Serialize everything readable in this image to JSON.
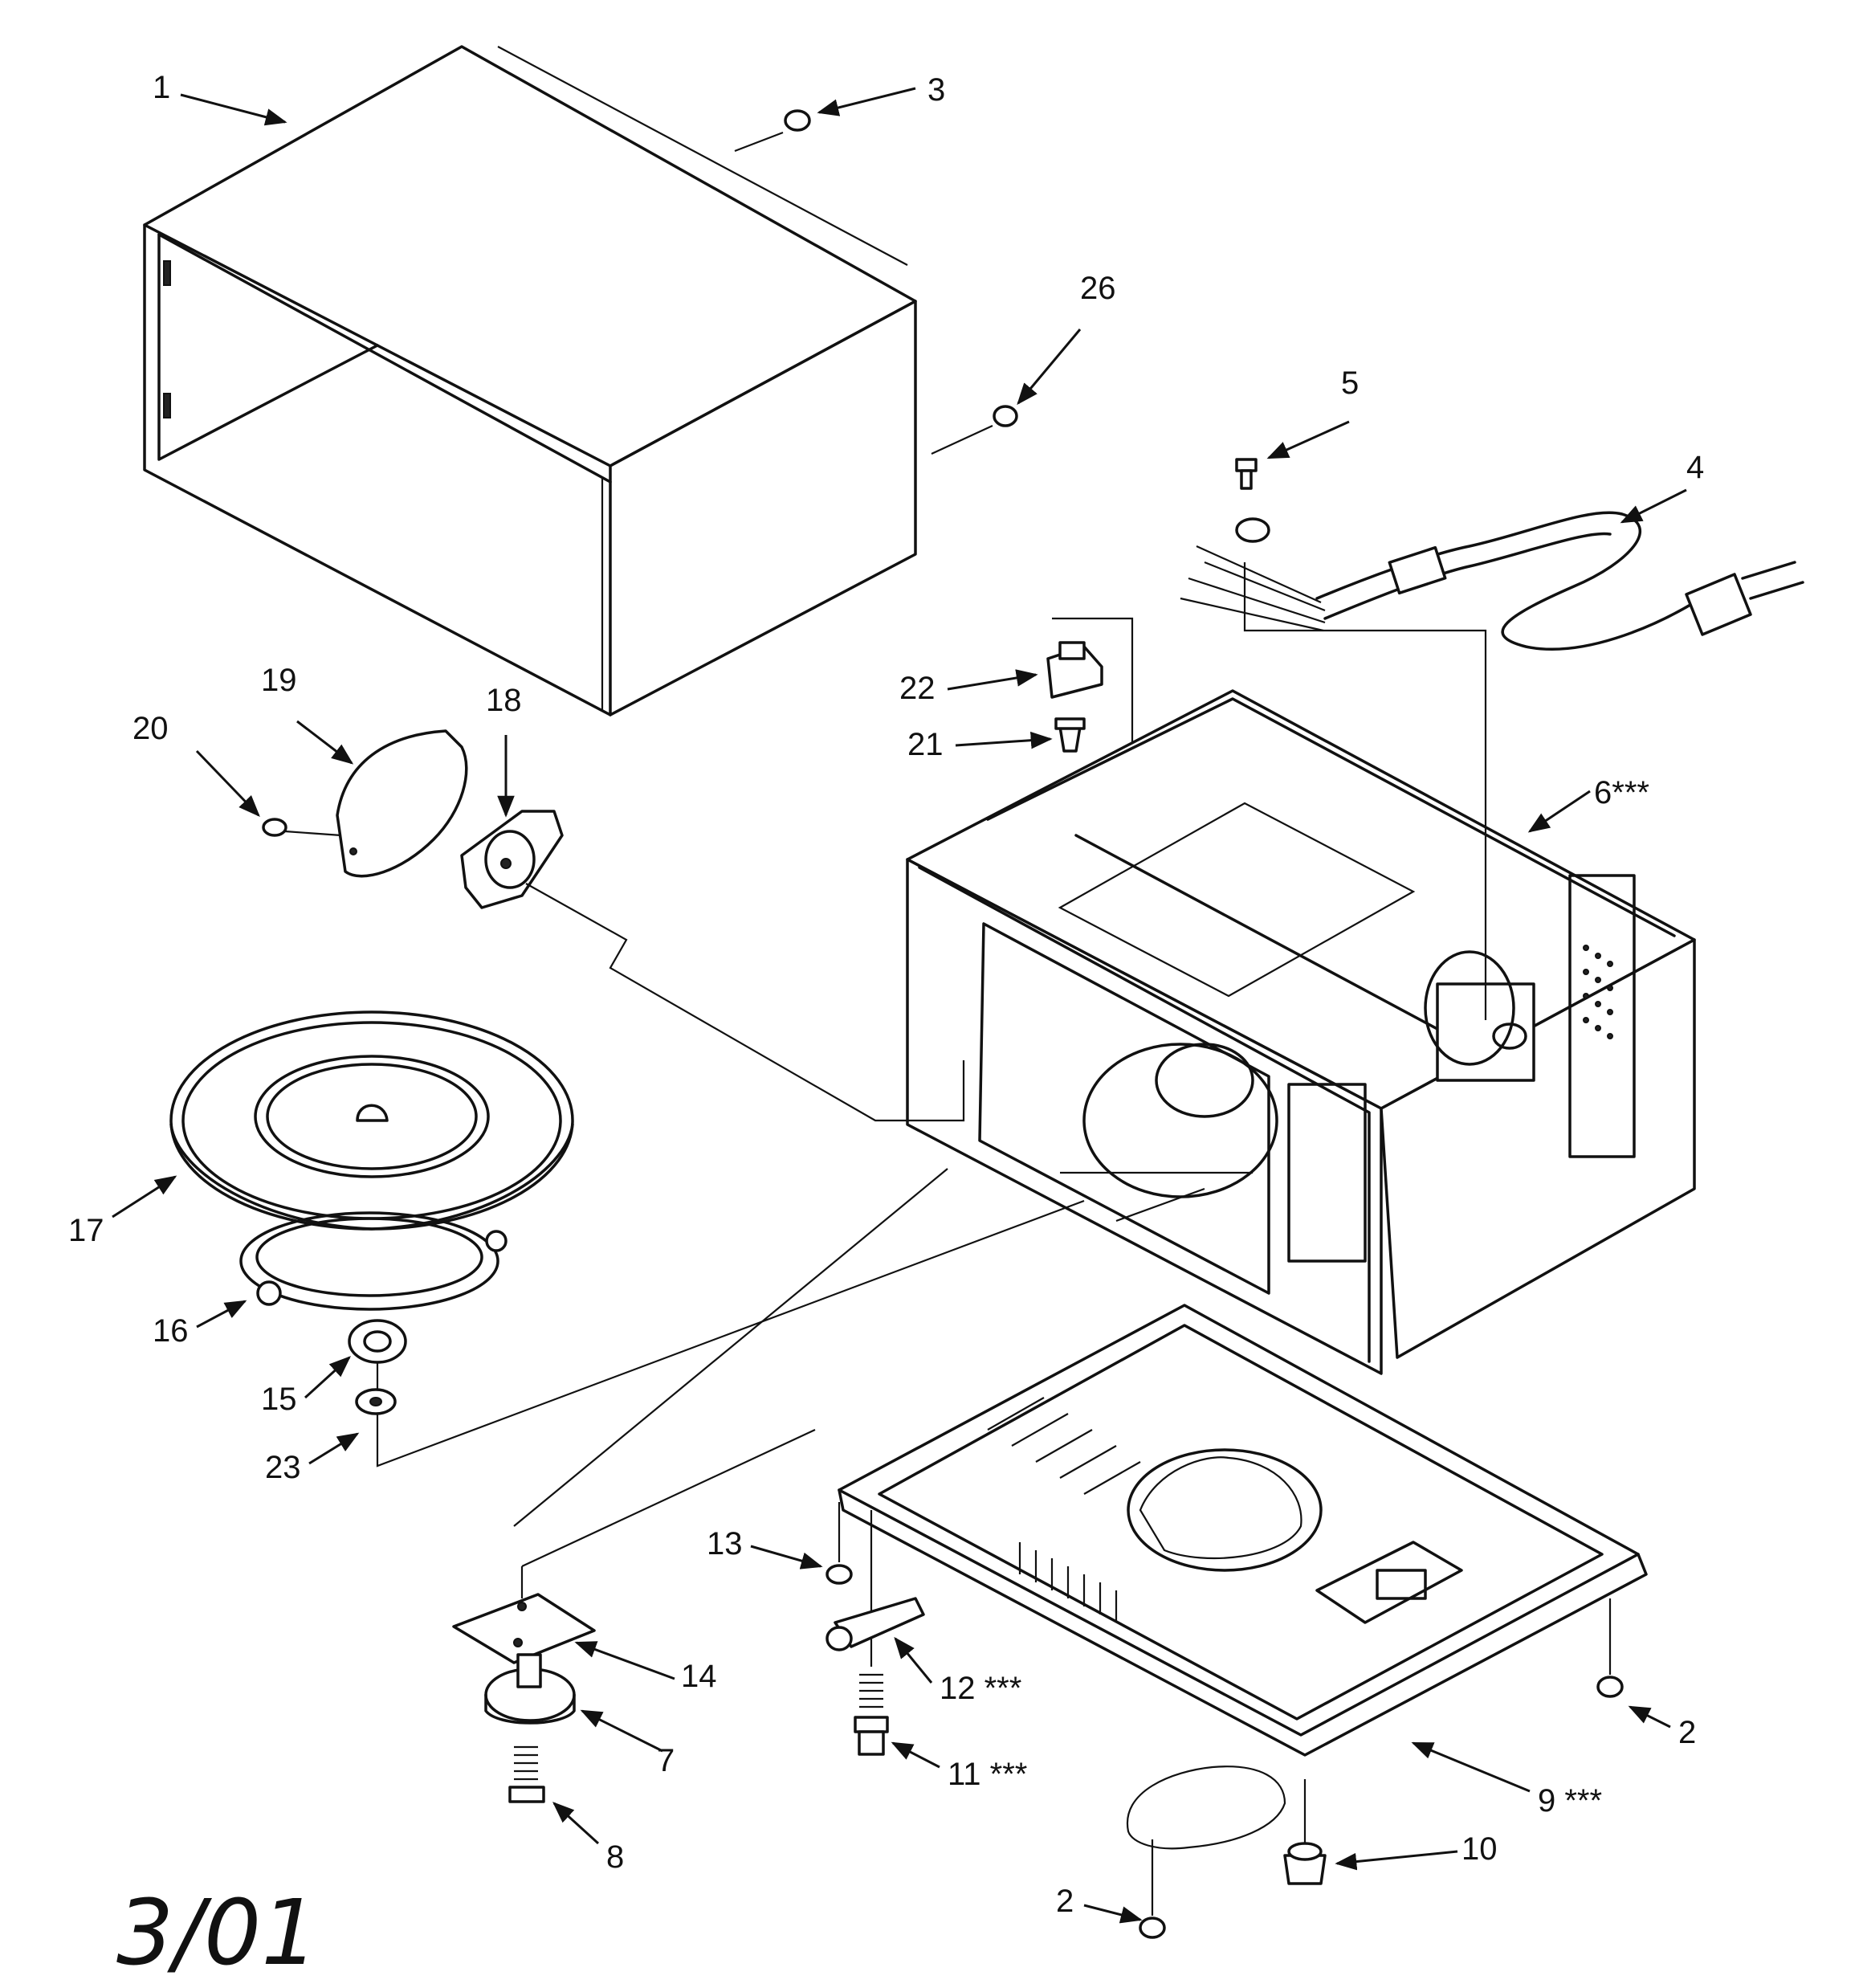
{
  "callouts": {
    "c1": "1",
    "c2a": "2",
    "c2b": "2",
    "c3": "3",
    "c4": "4",
    "c5": "5",
    "c6": "6***",
    "c7": "7",
    "c8": "8",
    "c9": "9 ***",
    "c10": "10",
    "c11": "11 ***",
    "c12": "12 ***",
    "c13": "13",
    "c14": "14",
    "c15": "15",
    "c16": "16",
    "c17": "17",
    "c18": "18",
    "c19": "19",
    "c20": "20",
    "c21": "21",
    "c22": "22",
    "c23": "23",
    "c26": "26"
  },
  "date_mark": "3/01"
}
